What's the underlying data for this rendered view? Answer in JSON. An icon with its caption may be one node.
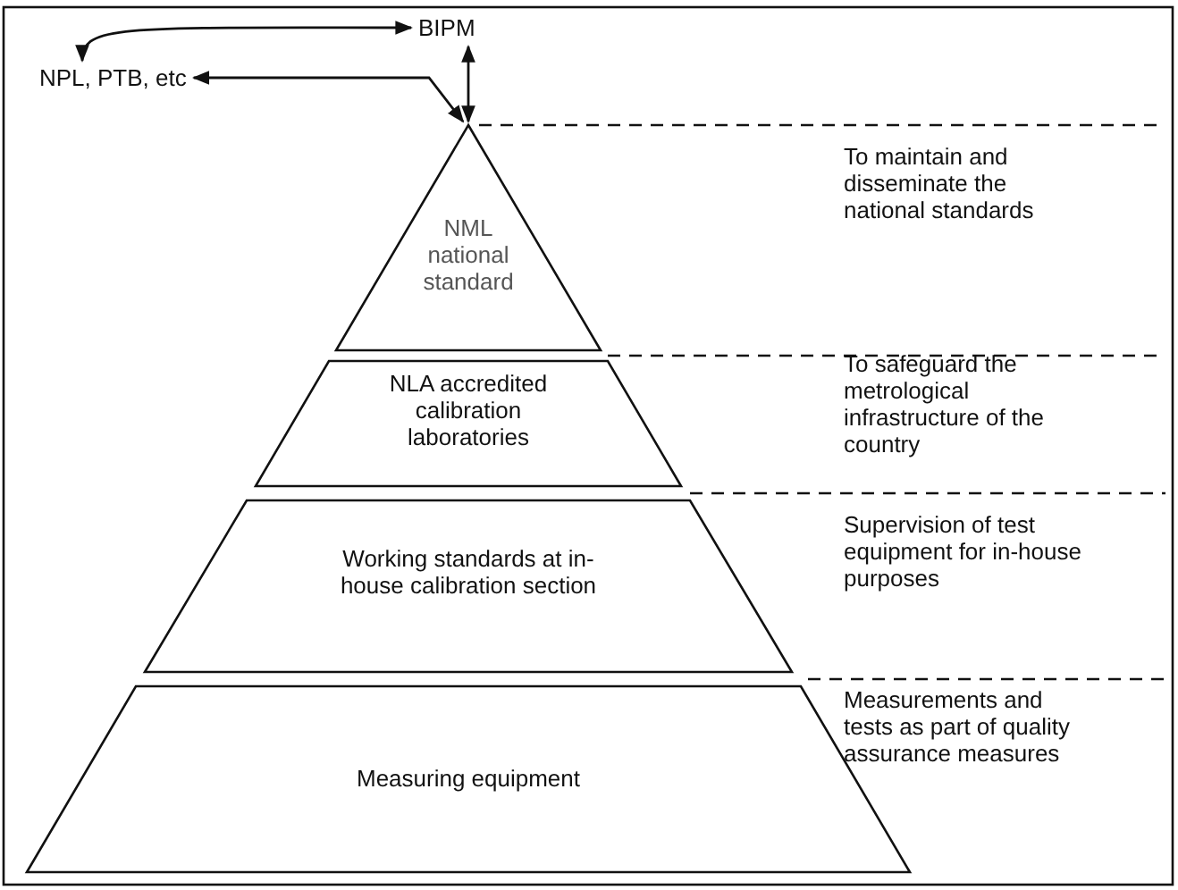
{
  "diagram": {
    "nodes": [
      {
        "text": [
          "BIPM"
        ]
      },
      {
        "text": [
          "NPL, PTB, etc"
        ]
      },
      {
        "text": [
          "NML national standard"
        ]
      },
      {
        "text": [
          "NLA accredited calibration laboratories"
        ]
      },
      {
        "text": [
          "Working standards at in-house calibration section"
        ]
      },
      {
        "text": [
          "Measuring equipment"
        ]
      }
    ],
    "edges": [
      {
        "from": 1,
        "to": 0,
        "arrow": "both"
      },
      {
        "from": 0,
        "to": 2,
        "arrow": "both"
      },
      {
        "from": 1,
        "to": 2,
        "arrow": "both"
      }
    ],
    "labels": [
      "To maintain and disseminate the national standards",
      "To safeguard the metrological infrastructure of the country",
      "Supervision of test equipment for in-house purposes",
      "Measurements and tests as part of quality assurance measures"
    ]
  }
}
